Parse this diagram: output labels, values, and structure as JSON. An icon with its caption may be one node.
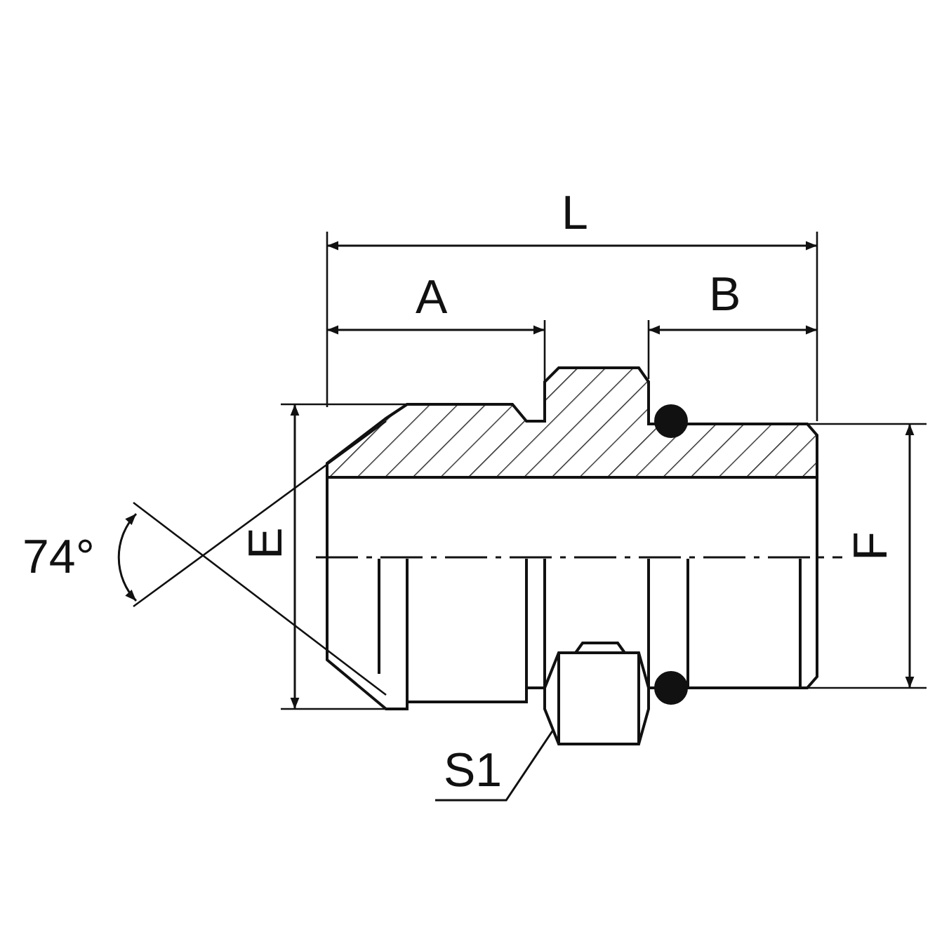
{
  "diagram": {
    "nodes": [
      {
        "text": [
          "S1"
        ]
      },
      {
        "text": [],
        "shape": "hexagon"
      }
    ],
    "edges": [
      {
        "from": 0,
        "to": 1,
        "arrow": "none"
      }
    ],
    "labels": [
      "L",
      "A",
      "B",
      "74°",
      "E",
      "F"
    ]
  }
}
